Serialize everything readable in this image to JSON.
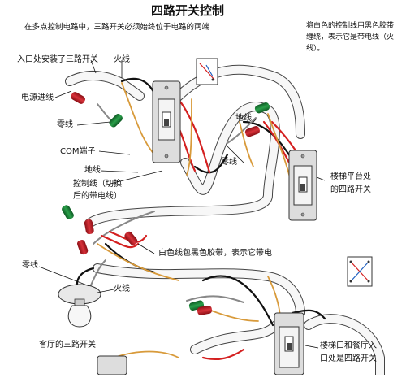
{
  "title": "四路开关控制",
  "intro": "在多点控制电路中，三路开关必须始终位于电路的两端",
  "side_note": {
    "line1": "将白色的控制线用黑色胶带",
    "line2": "缠绕，表示它是带电线（火",
    "line3": "线）。"
  },
  "labels": {
    "entry_three_way": "入口处安装了三路开关",
    "hot_top": "火线",
    "power_cable": "电源进线",
    "neutral_left_top": "零线",
    "com_terminal": "COM端子",
    "ground": "地线",
    "control_wire_1": "控制线（切换",
    "control_wire_2": "后的带电线）",
    "ground_right": "地线",
    "neutral_mid": "零线",
    "landing_1": "楼梯平台处",
    "landing_2": "的四路开关",
    "neutral_left_bottom": "零线",
    "white_taped": "白色线包黑色胶带，表示它带电",
    "hot_bottom": "火线",
    "living_room": "客厅的三路开关",
    "stair_dining_1": "楼梯口和餐厅入",
    "stair_dining_2": "口处是四路开关"
  },
  "colors": {
    "hot": "#111111",
    "neutral": "#ffffff",
    "traveler": "#d42020",
    "ground": "#d89a3a",
    "wirenut_red": "#c8202a",
    "wirenut_green": "#1f8a3a",
    "switch_body": "#f4f4f4",
    "cable": "#f7f7f7",
    "cable_edge": "#444444"
  },
  "icons": [
    "three-way-switch-icon",
    "four-way-switch-icon",
    "light-bulb-icon"
  ]
}
